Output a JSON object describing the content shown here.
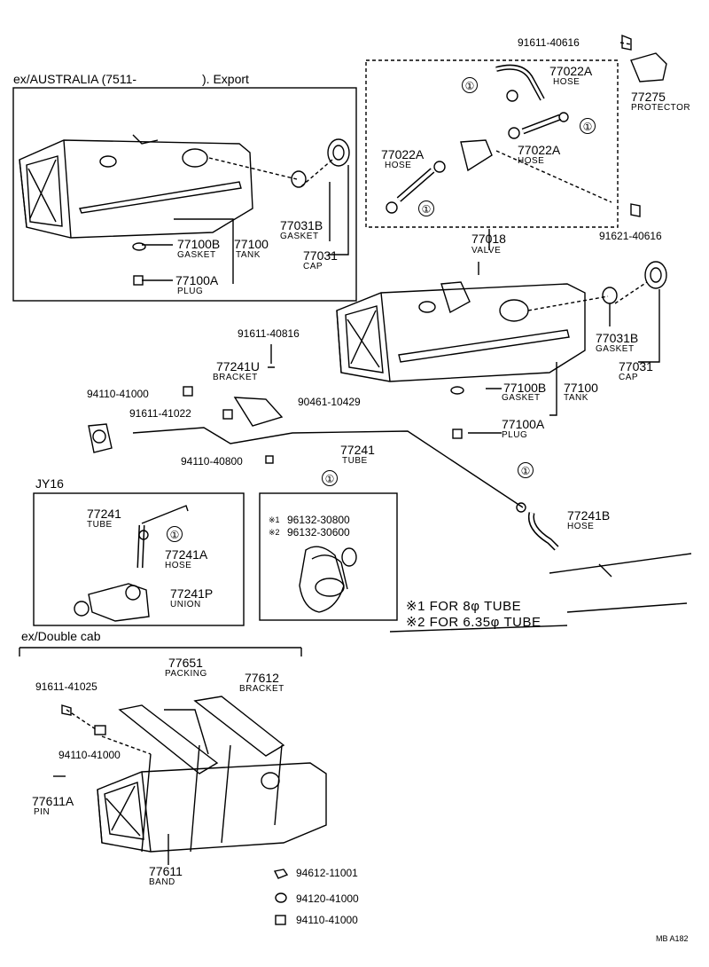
{
  "groups": {
    "australia_header": "ex/AUSTRALIA (7511-",
    "australia_header_tail": ").  Export",
    "jy16": "JY16",
    "double_cab": "ex/Double  cab"
  },
  "parts": {
    "p91611_40616": "91611-40616",
    "p77275": "77275",
    "p77275_name": "PROTECTOR",
    "p77022a_top": "77022A",
    "p77022a_top_name": "HOSE",
    "p77022a_left": "77022A",
    "p77022a_left_name": "HOSE",
    "p77022a_right": "77022A",
    "p77022a_right_name": "HOSE",
    "p77018": "77018",
    "p77018_name": "VALVE",
    "p91621_40616": "91621-40616",
    "a_77031b": "77031B",
    "a_77031b_name": "GASKET",
    "a_77031": "77031",
    "a_77031_name": "CAP",
    "a_77100b": "77100B",
    "a_77100b_name": "GASKET",
    "a_77100": "77100",
    "a_77100_name": "TANK",
    "a_77100a": "77100A",
    "a_77100a_name": "PLUG",
    "m_77031b": "77031B",
    "m_77031b_name": "GASKET",
    "m_77031": "77031",
    "m_77031_name": "CAP",
    "m_77100b": "77100B",
    "m_77100b_name": "GASKET",
    "m_77100": "77100",
    "m_77100_name": "TANK",
    "m_77100a": "77100A",
    "m_77100a_name": "PLUG",
    "p91611_40816": "91611-40816",
    "p77241u": "77241U",
    "p77241u_name": "BRACKET",
    "p94110_41000_a": "94110-41000",
    "p90461_10429": "90461-10429",
    "p91611_41022": "91611-41022",
    "p77241": "77241",
    "p77241_name": "TUBE",
    "p94110_40800": "94110-40800",
    "j_77241": "77241",
    "j_77241_name": "TUBE",
    "j_77241a": "77241A",
    "j_77241a_name": "HOSE",
    "j_77241p": "77241P",
    "j_77241p_name": "UNION",
    "c_96132_30800": "96132-30800",
    "c_96132_30600": "96132-30600",
    "c_mark1": "※1",
    "c_mark2": "※2",
    "p77241b": "77241B",
    "p77241b_name": "HOSE",
    "d_91611_41025": "91611-41025",
    "d_94110_41000": "94110-41000",
    "d_77651": "77651",
    "d_77651_name": "PACKING",
    "d_77612": "77612",
    "d_77612_name": "BRACKET",
    "d_77611a": "77611A",
    "d_77611a_name": "PIN",
    "d_77611": "77611",
    "d_77611_name": "BAND",
    "d_94612_11001": "94612-11001",
    "d_94120_41000": "94120-41000",
    "d_94110_41000_b": "94110-41000"
  },
  "notes": {
    "note1": "※1 FOR  8φ  TUBE",
    "note2": "※2 FOR  6.35φ  TUBE"
  },
  "circle_marker": "①",
  "footer_code": "MB  A182"
}
